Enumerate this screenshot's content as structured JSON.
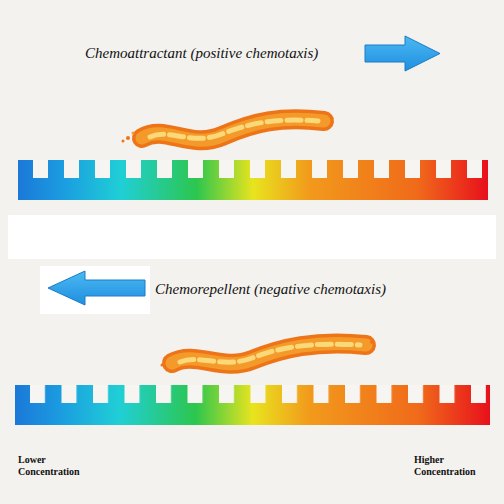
{
  "diagram": {
    "labels": [
      "Chemoattractant (positive chemotaxis)",
      "Chemorepellent (negative chemotaxis)",
      "Lower Concentration",
      "Higher Concentration"
    ]
  }
}
